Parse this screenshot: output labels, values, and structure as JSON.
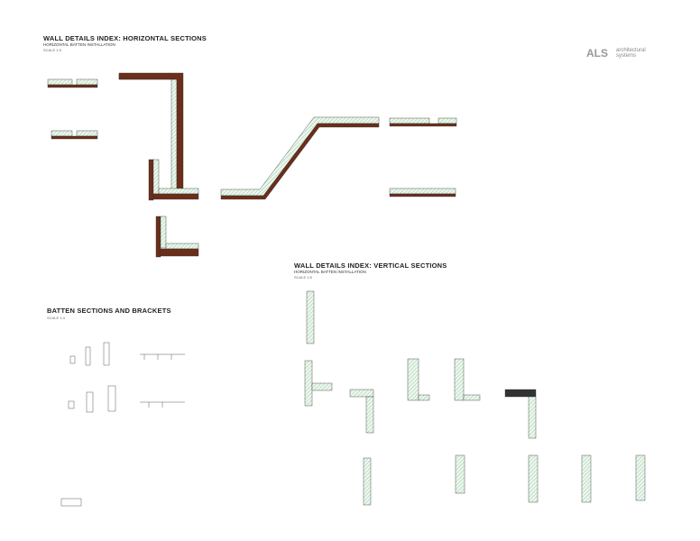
{
  "sheet": {
    "horizontal": {
      "title": "WALL DETAILS INDEX: HORIZONTAL SECTIONS",
      "subtitle": "HORIZONTAL BATTEN INSTALLATION",
      "scale": "SCALE 1:5"
    },
    "vertical": {
      "title": "WALL DETAILS INDEX: VERTICAL SECTIONS",
      "subtitle": "HORIZONTAL BATTEN INSTALLATION",
      "scale": "SCALE 1:5"
    },
    "battens": {
      "title": "BATTEN SECTIONS AND BRACKETS",
      "scale": "SCALE 1:4"
    }
  },
  "logo": {
    "mark": "ALS",
    "name_line1": "architectural",
    "name_line2": "systems"
  },
  "colors": {
    "panel_hatch": "#7fbf8f",
    "wall": "#6b2e1a",
    "line": "#333333"
  }
}
